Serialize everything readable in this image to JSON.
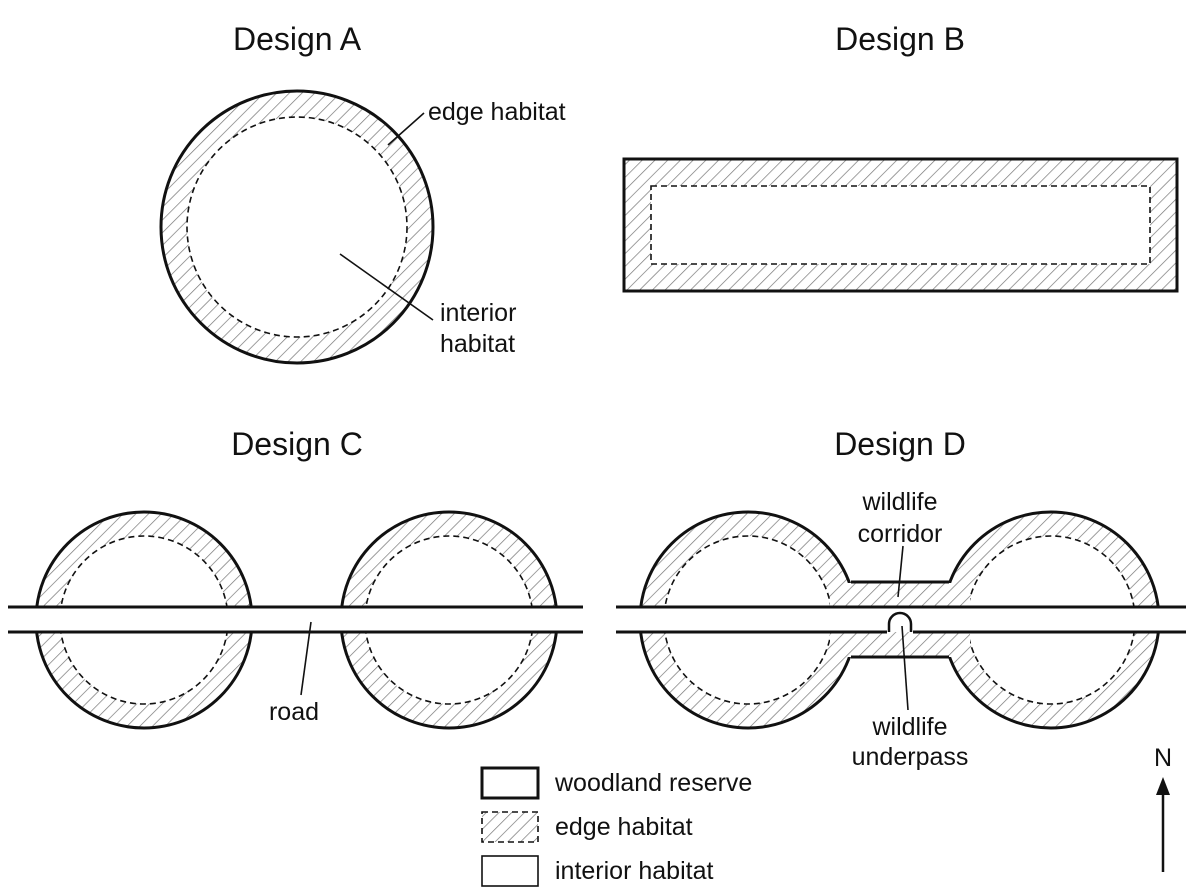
{
  "designs": {
    "a": {
      "title": "Design A",
      "labels": {
        "edge": "edge habitat",
        "interior_line1": "interior",
        "interior_line2": "habitat"
      }
    },
    "b": {
      "title": "Design B"
    },
    "c": {
      "title": "Design C",
      "labels": {
        "road": "road"
      }
    },
    "d": {
      "title": "Design D",
      "labels": {
        "corridor_line1": "wildlife",
        "corridor_line2": "corridor",
        "underpass_line1": "wildlife",
        "underpass_line2": "underpass"
      }
    }
  },
  "legend": {
    "items": [
      {
        "key": "woodland",
        "label": "woodland reserve"
      },
      {
        "key": "edge",
        "label": "edge habitat"
      },
      {
        "key": "interior",
        "label": "interior habitat"
      }
    ]
  },
  "compass": {
    "label": "N"
  },
  "colors": {
    "ink": "#111111",
    "hatch": "#777777",
    "background": "#ffffff"
  }
}
